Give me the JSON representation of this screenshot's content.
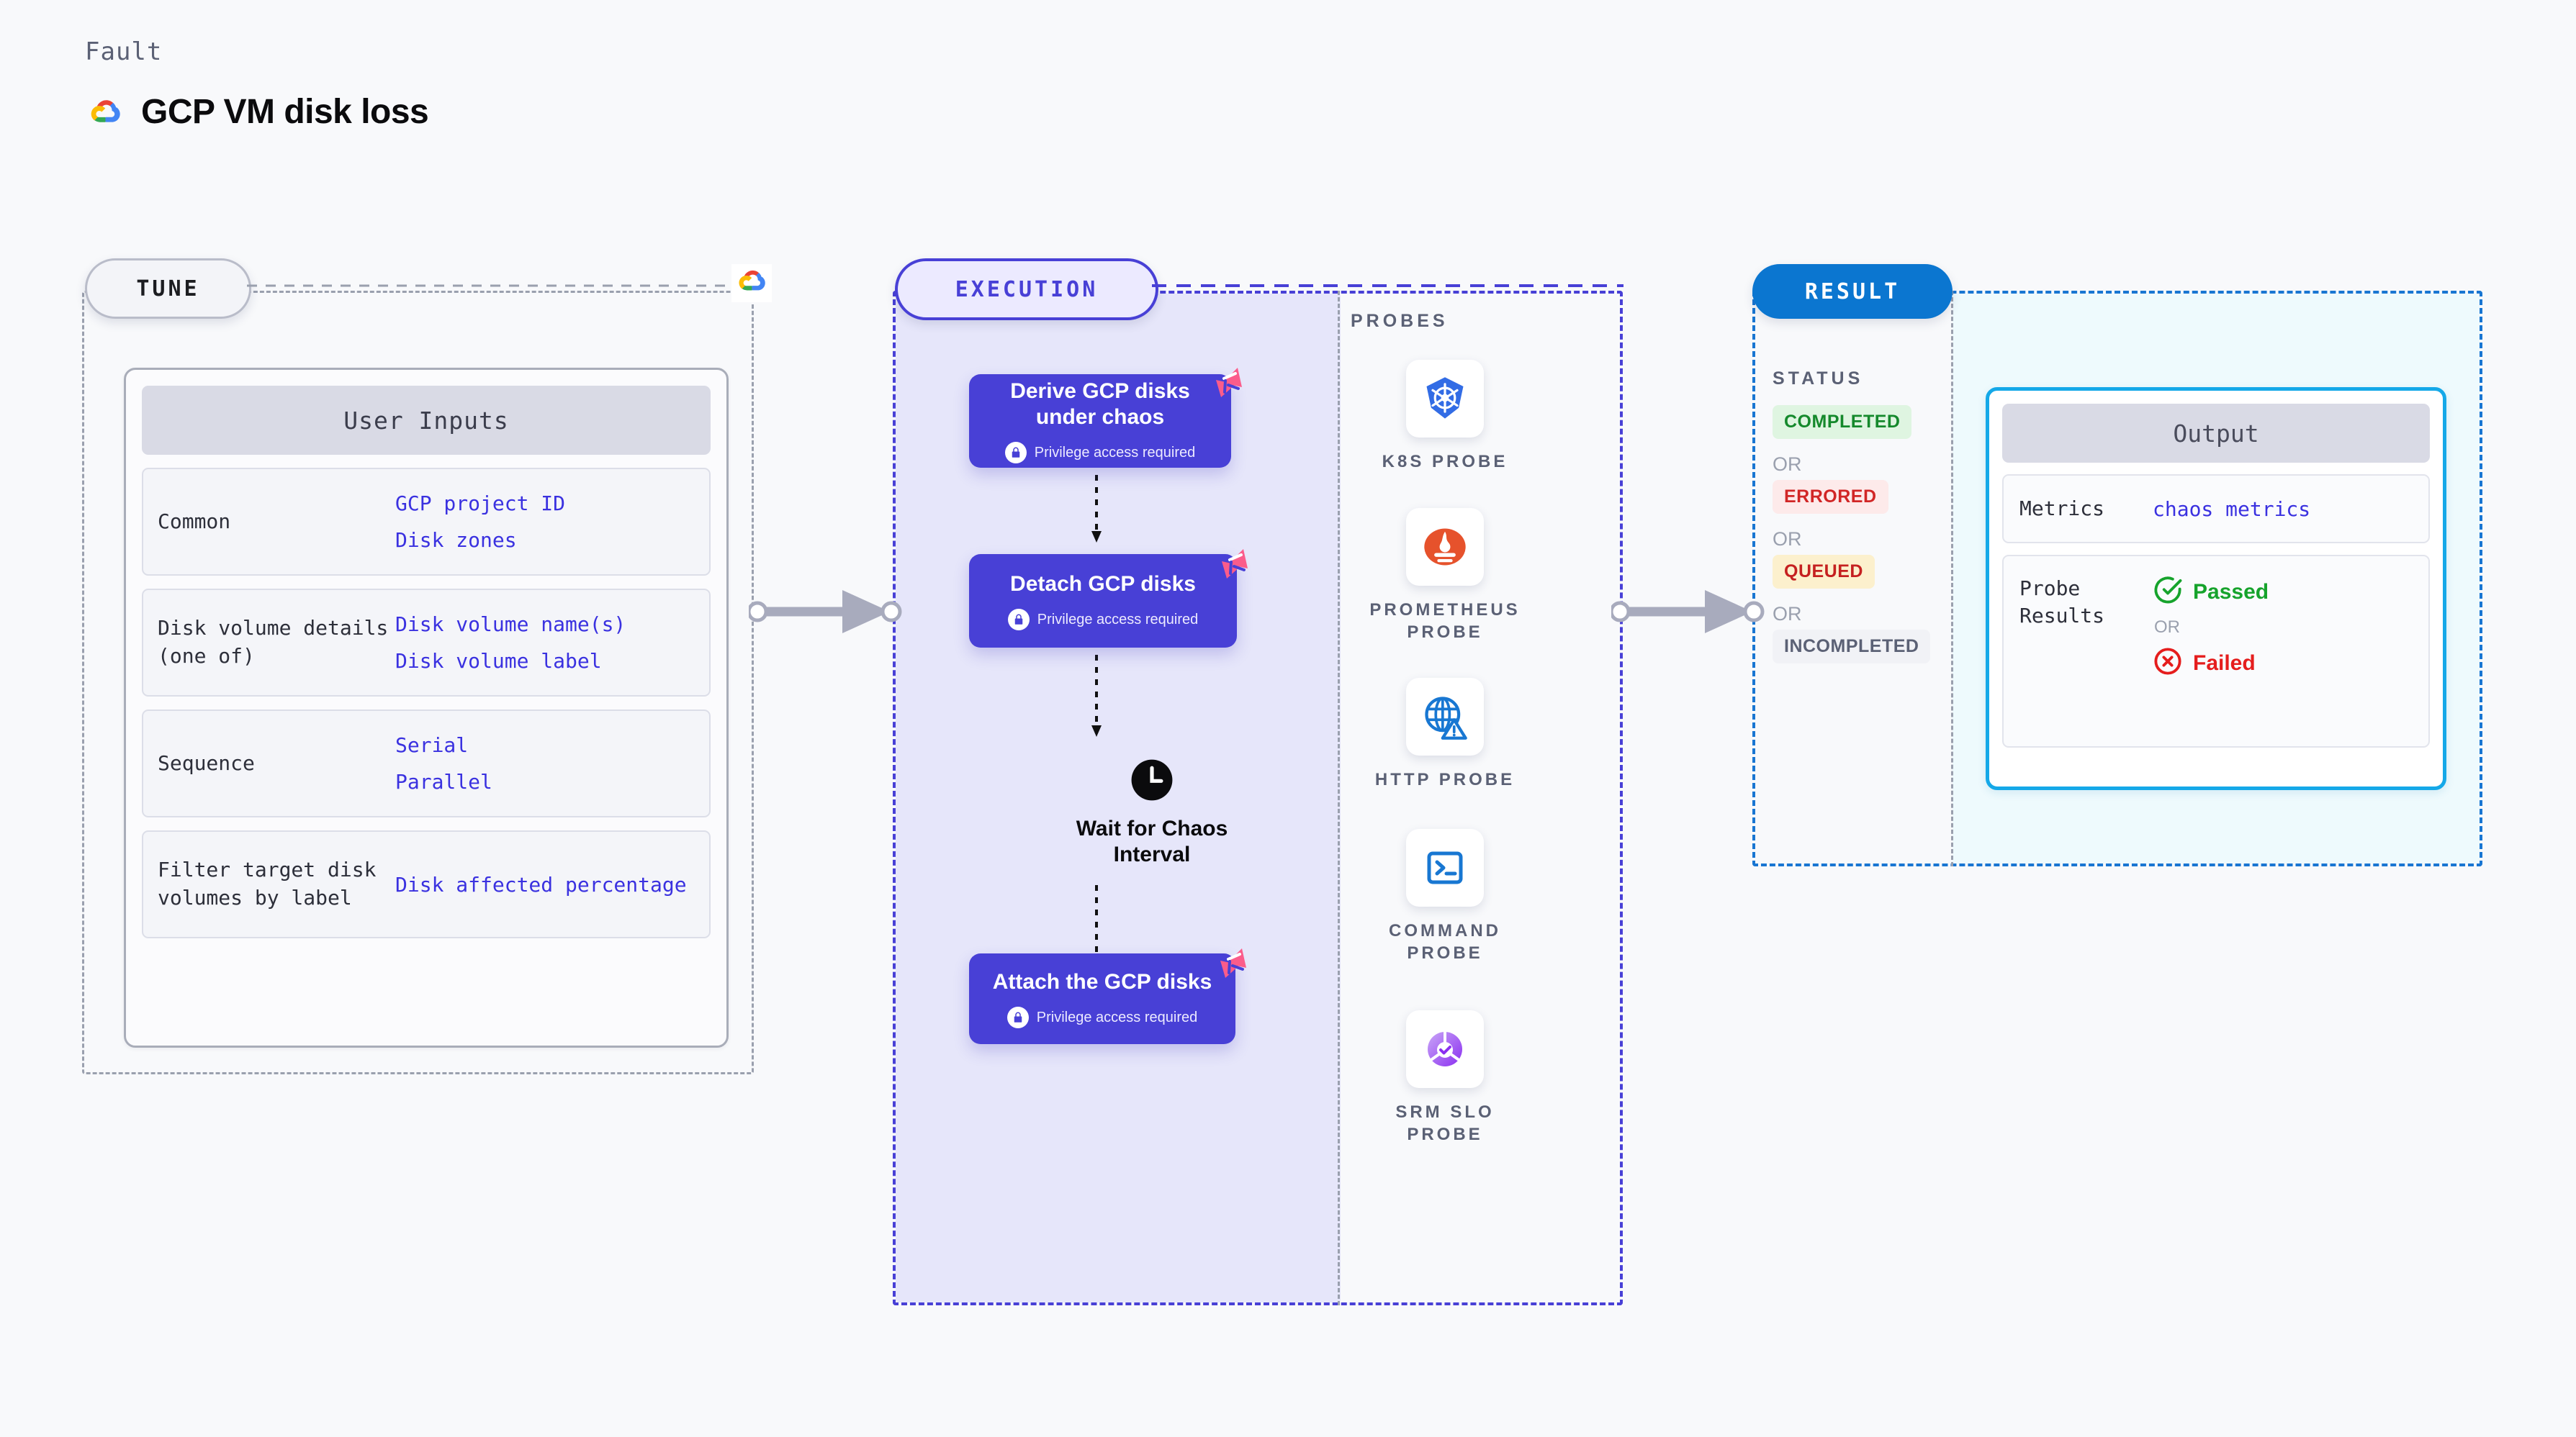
{
  "header": {
    "kicker": "Fault",
    "title": "GCP VM disk loss",
    "logo_icon": "gcp-cloud-logo"
  },
  "tune": {
    "pill_label": "TUNE",
    "badge_icon": "gcp-cloud-logo",
    "card_title": "User Inputs",
    "rows": [
      {
        "key": "Common",
        "values": [
          "GCP project ID",
          "Disk zones"
        ]
      },
      {
        "key": "Disk volume details (one of)",
        "values": [
          "Disk volume name(s)",
          "Disk volume label"
        ]
      },
      {
        "key": "Sequence",
        "values": [
          "Serial",
          "Parallel"
        ]
      },
      {
        "key": "Filter target disk volumes by label",
        "values": [
          "Disk affected percentage"
        ]
      }
    ]
  },
  "execution": {
    "pill_label": "EXECUTION",
    "privilege_note": "Privilege access required",
    "steps": [
      {
        "title": "Derive GCP disks under chaos",
        "privileged": true,
        "badge_icon": "chaos-badge-icon"
      },
      {
        "title": "Detach GCP disks",
        "privileged": true,
        "badge_icon": "chaos-badge-icon"
      },
      {
        "title": "Attach the GCP disks",
        "privileged": true,
        "badge_icon": "chaos-badge-icon"
      }
    ],
    "wait": {
      "label": "Wait for Chaos Interval",
      "icon": "clock-icon"
    },
    "probes_label": "PROBES",
    "probes": [
      {
        "label": "K8S PROBE",
        "icon": "kubernetes-icon"
      },
      {
        "label": "PROMETHEUS PROBE",
        "icon": "prometheus-icon"
      },
      {
        "label": "HTTP PROBE",
        "icon": "http-globe-icon"
      },
      {
        "label": "COMMAND PROBE",
        "icon": "terminal-icon"
      },
      {
        "label": "SRM SLO PROBE",
        "icon": "srm-slo-icon"
      }
    ]
  },
  "result": {
    "pill_label": "RESULT",
    "status_heading": "STATUS",
    "or_label": "OR",
    "statuses": [
      {
        "label": "COMPLETED",
        "bg": "#dff5e1",
        "fg": "#15892c"
      },
      {
        "label": "ERRORED",
        "bg": "#fdeaea",
        "fg": "#d12626"
      },
      {
        "label": "QUEUED",
        "bg": "#fcf0cd",
        "fg": "#c52020"
      },
      {
        "label": "INCOMPLETED",
        "bg": "#f1f2f6",
        "fg": "#5b6175"
      }
    ],
    "output": {
      "title": "Output",
      "metrics_key": "Metrics",
      "metrics_value": "chaos metrics",
      "probe_results_key": "Probe Results",
      "passed_label": "Passed",
      "failed_label": "Failed",
      "or_label": "OR",
      "passed_icon": "check-circle-icon",
      "failed_icon": "x-circle-icon"
    }
  },
  "colors": {
    "accent_purple": "#4840d6",
    "accent_blue": "#0b76d0",
    "accent_cyan": "#14a8e8",
    "link_blue": "#3a31e0",
    "muted": "#5b6175",
    "chaos_pink": "#fb5c8b"
  }
}
